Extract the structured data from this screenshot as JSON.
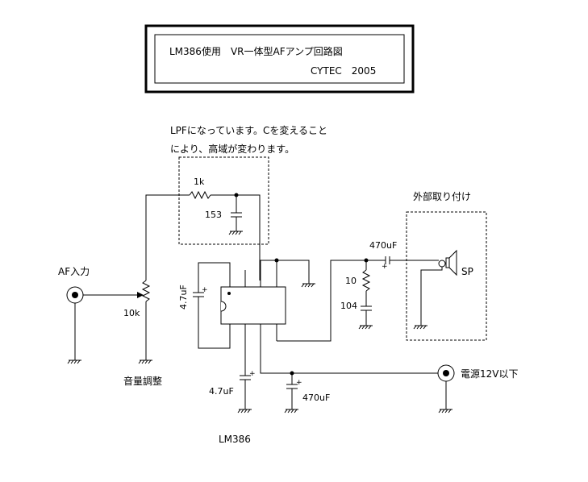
{
  "title": {
    "line1": "LM386使用　VR一体型AFアンプ回路図",
    "line2": "CYTEC　2005"
  },
  "lpf_note": {
    "line1": "LPFになっています。Cを変えること",
    "line2": "により、高域が変わります。"
  },
  "components": {
    "lpf_resistor": "1k",
    "lpf_capacitor": "153",
    "input_label": "AF入力",
    "volume_pot": "10k",
    "volume_label": "音量調整",
    "bypass_cap": "4.7uF",
    "gain_cap": "4.7uF",
    "ic_label": "LM386",
    "output_cap": "470uF",
    "zobel_resistor": "10",
    "zobel_capacitor": "104",
    "power_cap": "470uF",
    "power_label": "電源12V以下",
    "external_label": "外部取り付け",
    "speaker_label": "SP"
  }
}
